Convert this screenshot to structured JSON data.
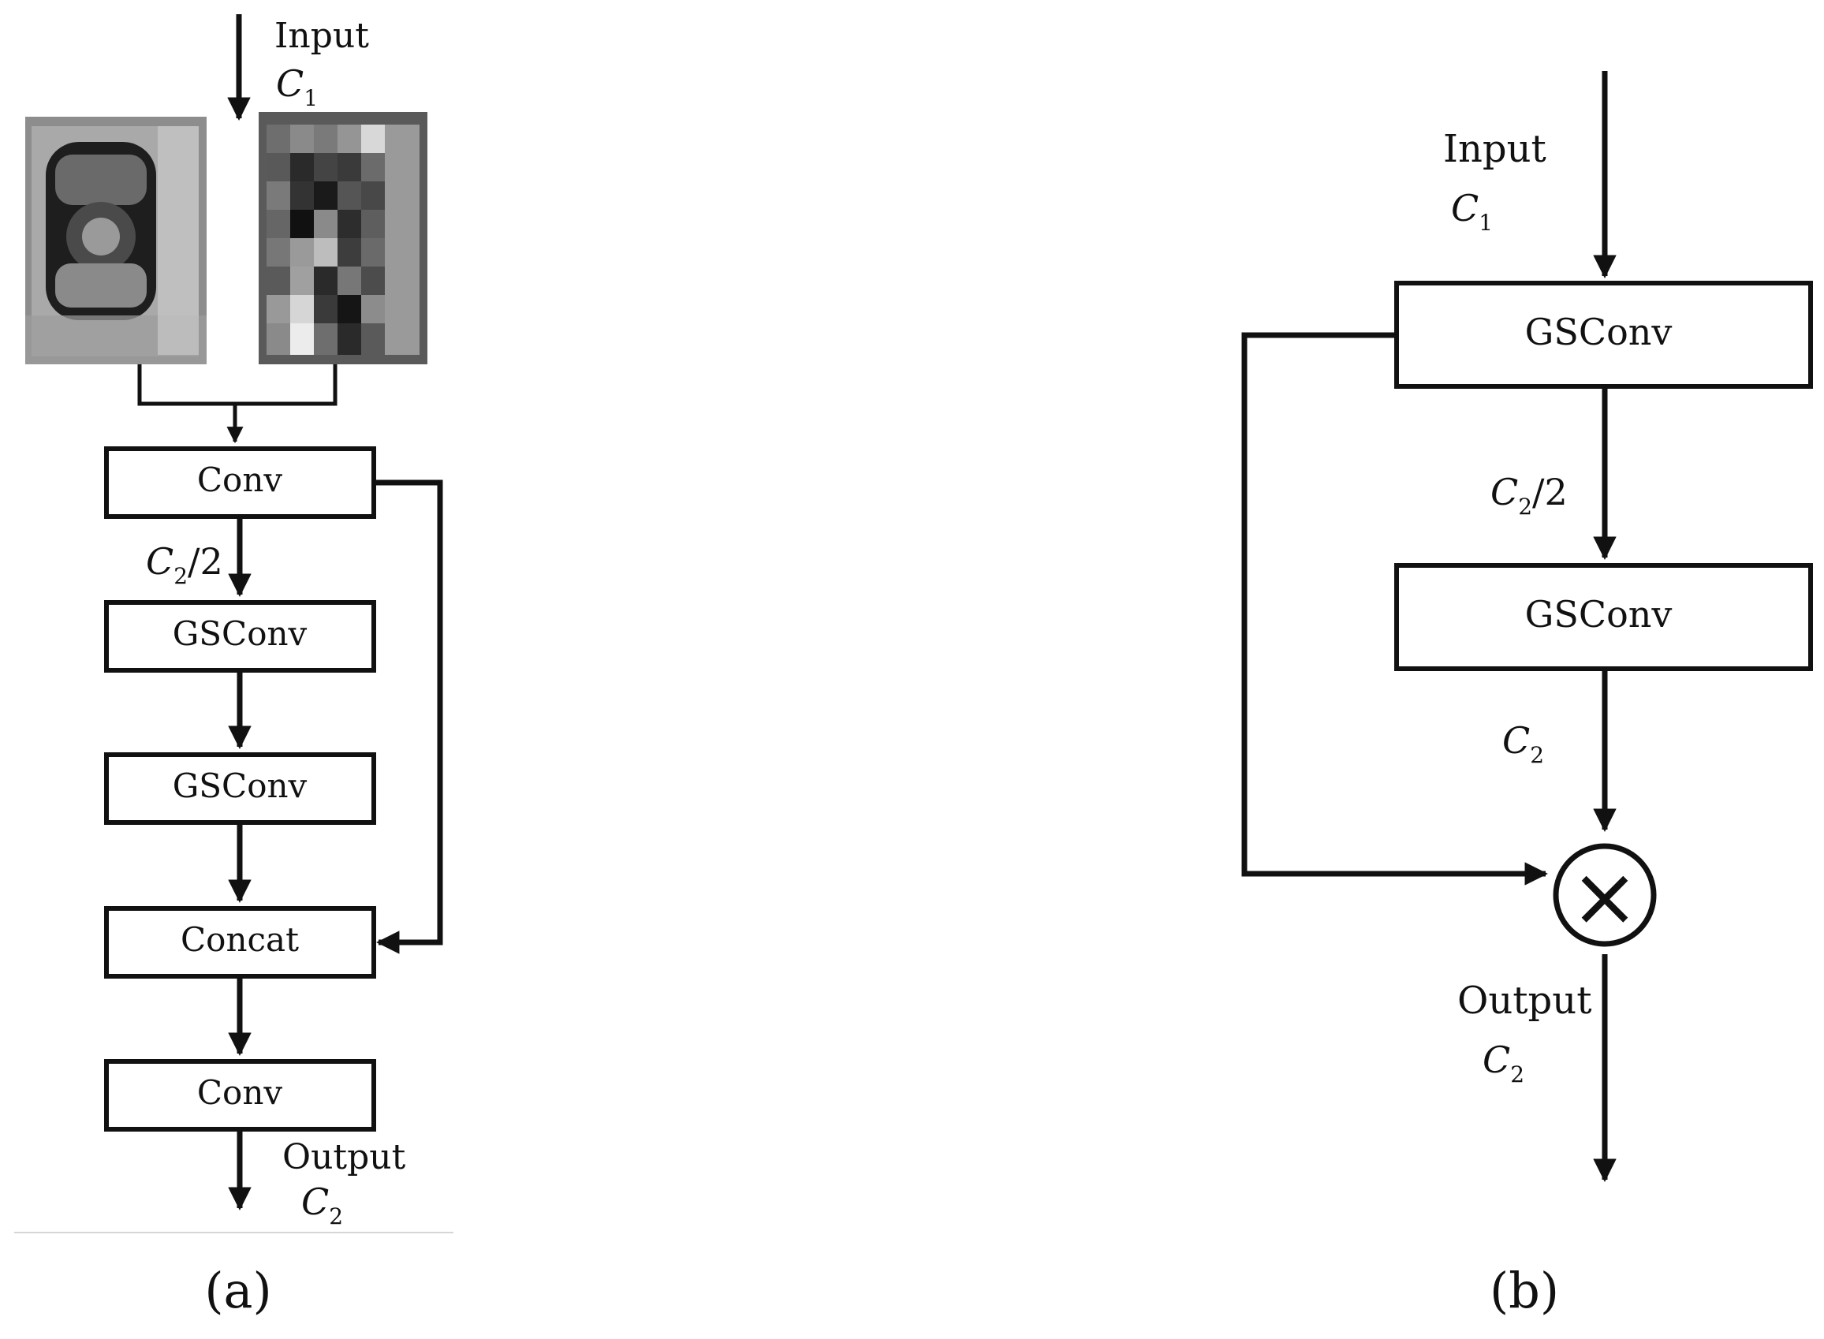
{
  "panel_a": {
    "input_label": "Input",
    "input_channels": {
      "symbol": "C",
      "subscript": "1"
    },
    "boxes": {
      "conv_top": "Conv",
      "gsconv_1": "GSConv",
      "gsconv_2": "GSConv",
      "concat": "Concat",
      "conv_bottom": "Conv"
    },
    "mid_channels": {
      "symbol": "C",
      "subscript": "2",
      "suffix": "/2"
    },
    "output_label": "Output",
    "output_channels": {
      "symbol": "C",
      "subscript": "2"
    },
    "caption": "(a)"
  },
  "panel_b": {
    "input_label": "Input",
    "input_channels": {
      "symbol": "C",
      "subscript": "1"
    },
    "boxes": {
      "gsconv_top": "GSConv",
      "gsconv_bottom": "GSConv"
    },
    "mid_channels": {
      "symbol": "C",
      "subscript": "2",
      "suffix": "/2"
    },
    "post_channels": {
      "symbol": "C",
      "subscript": "2"
    },
    "multiply_symbol": "×",
    "output_label": "Output",
    "output_channels": {
      "symbol": "C",
      "subscript": "2"
    },
    "caption": "(b)"
  }
}
